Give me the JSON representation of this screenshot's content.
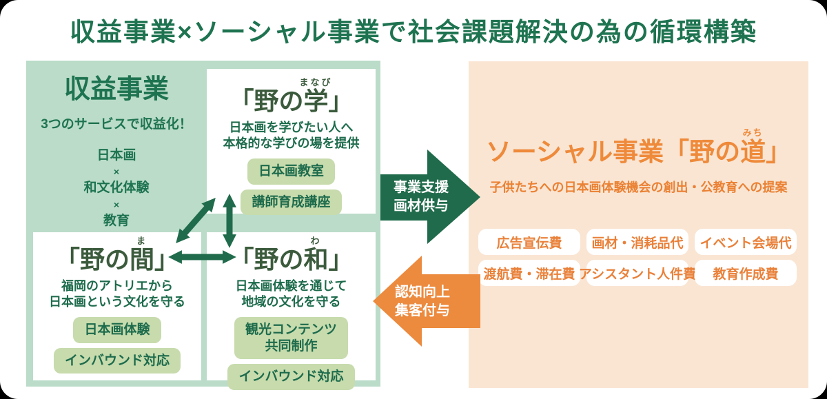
{
  "title": "収益事業×ソーシャル事業で社会課題解決の為の循環構築",
  "colors": {
    "title_green": "#1E7350",
    "panel_green": "#BADCC9",
    "box_title_green": "#3B5B3C",
    "tag_green": "#C7DBAD",
    "arrow_green": "#206B4B",
    "orange": "#EC8A3E",
    "panel_peach": "#FAE5D3",
    "white": "#FFFFFF"
  },
  "revenue_panel": {
    "heading": "収益事業",
    "subheading": "3つのサービスで収益化！",
    "stack": [
      "日本画",
      "×",
      "和文化体験",
      "×",
      "教育"
    ],
    "services": [
      {
        "name_prefix": "「野の",
        "name_base": "学",
        "furigana": "まなび",
        "name_suffix": "」",
        "desc_lines": [
          "日本画を学びたい人へ",
          "本格的な学びの場を提供"
        ],
        "tags": [
          "日本画教室",
          "講師育成講座"
        ]
      },
      {
        "name_prefix": "「野の",
        "name_base": "間",
        "furigana": "ま",
        "name_suffix": "」",
        "desc_lines": [
          "福岡のアトリエから",
          "日本画という文化を守る"
        ],
        "tags": [
          "日本画体験",
          "インバウンド対応"
        ]
      },
      {
        "name_prefix": "「野の",
        "name_base": "和",
        "furigana": "わ",
        "name_suffix": "」",
        "desc_lines": [
          "日本画体験を通じて",
          "地域の文化を守る"
        ],
        "tags": [
          "観光コンテンツ\n共同制作",
          "インバウンド対応"
        ]
      }
    ]
  },
  "flows": {
    "to_social": {
      "line1": "事業支援",
      "line2": "画材供与"
    },
    "to_revenue": {
      "line1": "認知向上",
      "line2": "集客付与"
    }
  },
  "social_panel": {
    "heading_prefix": "ソーシャル事業「野の",
    "heading_base": "道",
    "heading_furigana": "みち",
    "heading_suffix": "」",
    "subheading": "子供たちへの日本画体験機会の創出・公教育への提案",
    "cost_items": [
      "広告宣伝費",
      "画材・消耗品代",
      "イベント会場代",
      "渡航費・滞在費",
      "アシスタント人件費",
      "教育作成費"
    ]
  }
}
